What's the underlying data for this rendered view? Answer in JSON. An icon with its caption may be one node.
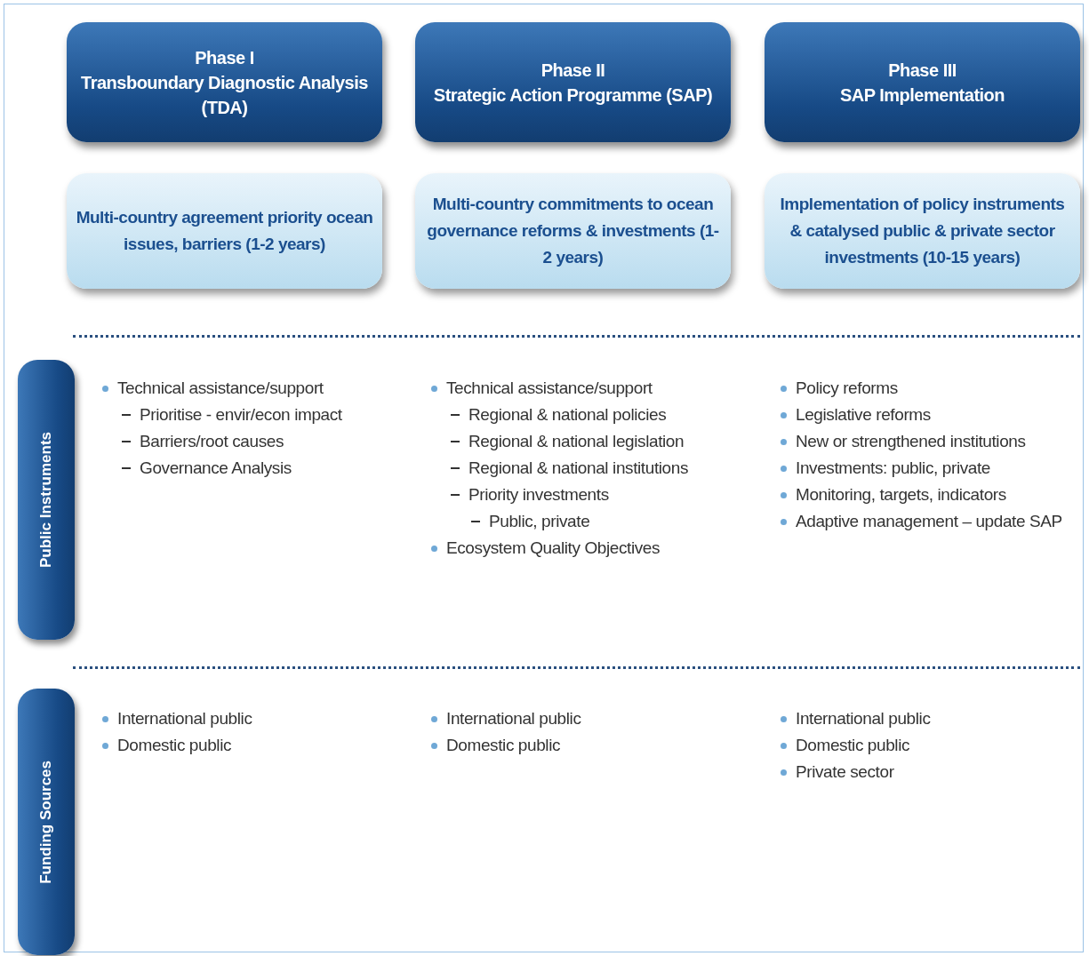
{
  "diagram": {
    "nodes": [
      {
        "text": [
          "Phase I",
          "Transboundary Diagnostic Analysis (TDA)"
        ]
      },
      {
        "text": [
          "Phase II",
          "Strategic Action Programme (SAP)"
        ]
      },
      {
        "text": [
          "Phase III",
          "SAP Implementation"
        ]
      },
      {
        "text": [
          "Multi-country agreement priority ocean issues, barriers (1-2 years)"
        ]
      },
      {
        "text": [
          "Multi-country commitments to ocean governance reforms & investments (1-2 years)"
        ]
      },
      {
        "text": [
          "Implementation of policy instruments & catalysed public & private sector investments (10-15 years)"
        ]
      },
      {
        "text": [
          "Public Instruments"
        ]
      },
      {
        "text": [
          "Funding Sources"
        ]
      }
    ],
    "labels": [
      "Technical assistance/support",
      "Prioritise - envir/econ impact",
      "Barriers/root causes",
      "Governance Analysis",
      "Technical assistance/support",
      "Regional & national policies",
      "Regional & national legislation",
      "Regional & national institutions",
      "Priority investments",
      "Public, private",
      "Ecosystem Quality Objectives",
      "Policy reforms",
      "Legislative reforms",
      "New or strengthened institutions",
      "Investments: public, private",
      "Monitoring, targets, indicators",
      "Adaptive management – update SAP",
      "International public",
      "Domestic public",
      "International public",
      "Domestic public",
      "International public",
      "Domestic public",
      "Private sector"
    ]
  }
}
